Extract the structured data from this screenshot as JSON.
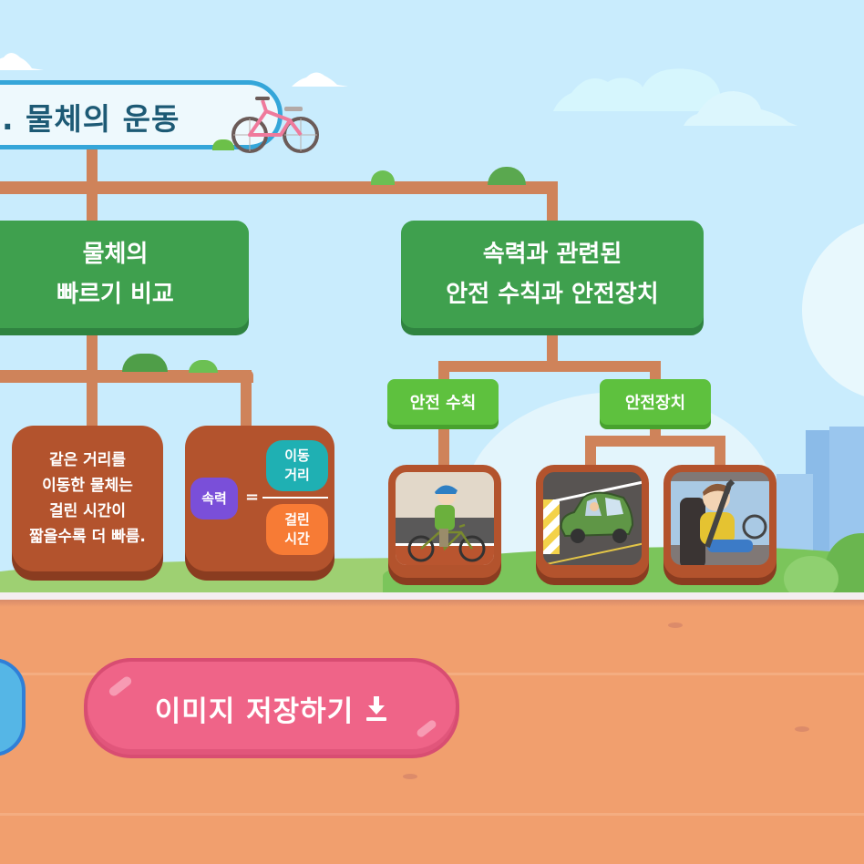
{
  "title": {
    "text": ". 물체의 운동",
    "icon": "bicycle-icon"
  },
  "categories": [
    {
      "id": "speed-comparison",
      "lines": [
        "물체의",
        "빠르기 비교"
      ],
      "children": [
        {
          "type": "text-card",
          "lines": [
            "같은 거리를",
            "이동한 물체는",
            "걸린 시간이",
            "짧을수록 더 빠름."
          ]
        },
        {
          "type": "formula-card",
          "lhs": "속력",
          "equals": "=",
          "numerator": [
            "이동",
            "거리"
          ],
          "denominator": [
            "걸린",
            "시간"
          ],
          "colors": {
            "lhs": "#7a4fd9",
            "numerator": "#1fb0b3",
            "denominator": "#f77b35"
          }
        }
      ]
    },
    {
      "id": "safety",
      "lines": [
        "속력과 관련된",
        "안전 수칙과 안전장치"
      ],
      "children": [
        {
          "label": "안전 수칙",
          "images": [
            "child-riding-bicycle-with-helmet"
          ]
        },
        {
          "label": "안전장치",
          "images": [
            "car-speed-bump-road",
            "child-wearing-seatbelt"
          ]
        }
      ]
    }
  ],
  "buttons": {
    "save_image": {
      "label": "이미지 저장하기",
      "icon": "download-icon"
    }
  },
  "colors": {
    "sky": "#c9ecfd",
    "connector": "#cf835a",
    "category_green": "#3fa04e",
    "sub_green": "#5ec13e",
    "card_brown": "#b3532d",
    "floor": "#f19f6e",
    "save_button": "#ef6488",
    "title_border": "#35a6d9",
    "title_text": "#1d5a75"
  }
}
